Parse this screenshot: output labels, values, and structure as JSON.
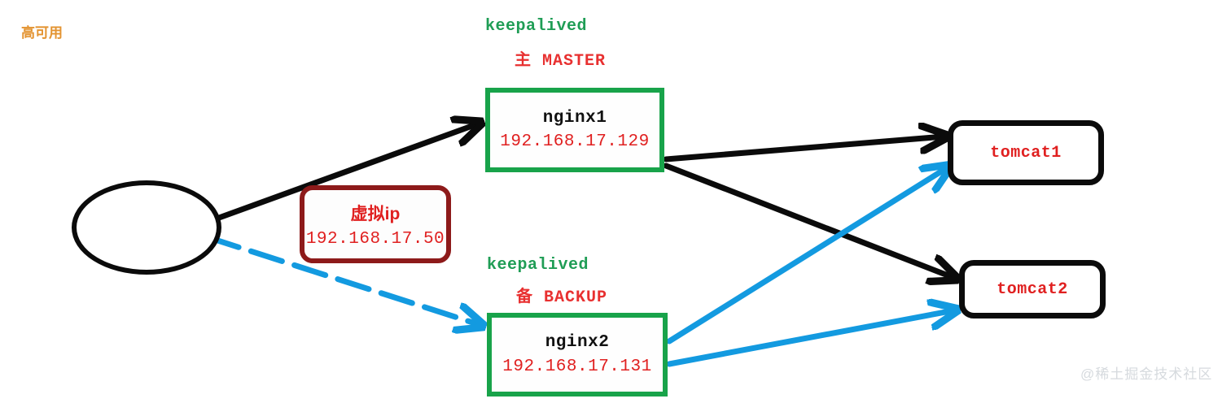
{
  "diagram": {
    "title": "高可用",
    "watermark": "@稀土掘金技术社区",
    "colors": {
      "green": "#18a34a",
      "red": "#e02020",
      "dark_red": "#8d1a1a",
      "blue": "#139ae0",
      "black": "#0b0b0b",
      "orange": "#e39330",
      "keepalived_green": "#1f9d55",
      "watermark_gray": "#d6dade"
    },
    "client": {
      "name": "client-node",
      "label": ""
    },
    "vip": {
      "title": "虚拟ip",
      "address": "192.168.17.50"
    },
    "nginx_master": {
      "keepalived_label": "keepalived",
      "role_label": "主 MASTER",
      "name": "nginx1",
      "address": "192.168.17.129"
    },
    "nginx_backup": {
      "keepalived_label": "keepalived",
      "role_label": "备 BACKUP",
      "name": "nginx2",
      "address": "192.168.17.131"
    },
    "backends": [
      {
        "name": "tomcat1"
      },
      {
        "name": "tomcat2"
      }
    ],
    "connections": [
      {
        "from": "client",
        "to": "nginx1",
        "style": "solid",
        "color": "#0b0b0b"
      },
      {
        "from": "client",
        "to": "nginx2",
        "style": "dashed",
        "color": "#139ae0"
      },
      {
        "from": "nginx1",
        "to": "tomcat1",
        "style": "solid",
        "color": "#0b0b0b"
      },
      {
        "from": "nginx1",
        "to": "tomcat2",
        "style": "solid",
        "color": "#0b0b0b"
      },
      {
        "from": "nginx2",
        "to": "tomcat1",
        "style": "solid",
        "color": "#139ae0"
      },
      {
        "from": "nginx2",
        "to": "tomcat2",
        "style": "solid",
        "color": "#139ae0"
      }
    ]
  }
}
